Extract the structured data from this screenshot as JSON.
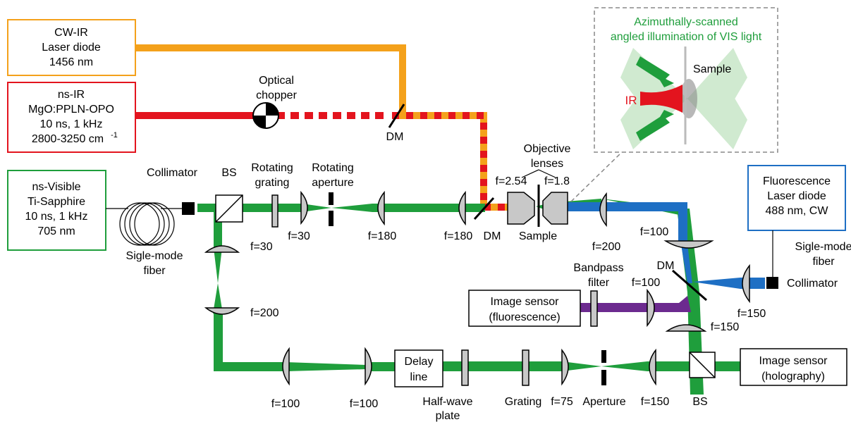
{
  "colors": {
    "ir_cw": "#f4a11b",
    "ir_ns": "#e3141e",
    "visible": "#1f9e3c",
    "fluor_excitation": "#1e6fc4",
    "fluor_emission": "#6c2a8f",
    "lens_fill": "#c8c8c8"
  },
  "sources": {
    "cw_ir": [
      "CW-IR",
      "Laser diode",
      "1456 nm"
    ],
    "ns_ir": [
      "ns-IR",
      "MgO:PPLN-OPO",
      "10 ns, 1 kHz",
      "2800-3250 cm"
    ],
    "ns_ir_superscript": "-1",
    "ns_vis": [
      "ns-Visible",
      "Ti-Sapphire",
      "10 ns, 1 kHz",
      "705 nm"
    ],
    "fluor": [
      "Fluorescence",
      "Laser diode",
      "488 nm, CW"
    ]
  },
  "sensors": {
    "fluorescence": [
      "Image sensor",
      "(fluorescence)"
    ],
    "holography": [
      "Image sensor",
      "(holography)"
    ]
  },
  "delay_line": [
    "Delay",
    "line"
  ],
  "labels": {
    "optical_chopper": [
      "Optical",
      "chopper"
    ],
    "dm": "DM",
    "collimator": "Collimator",
    "bs": "BS",
    "rotating_grating": [
      "Rotating",
      "grating"
    ],
    "rotating_aperture": [
      "Rotating",
      "aperture"
    ],
    "single_mode_fiber": [
      "Sigle-mode",
      "fiber"
    ],
    "objective_lenses": [
      "Objective",
      "lenses"
    ],
    "f254": "f=2.54",
    "f18": "f=1.8",
    "sample": "Sample",
    "f30": "f=30",
    "f180": "f=180",
    "f200": "f=200",
    "f100": "f=100",
    "f150": "f=150",
    "f75": "f=75",
    "bandpass_filter": [
      "Bandpass",
      "filter"
    ],
    "half_wave_plate": [
      "Half-wave",
      "plate"
    ],
    "grating": "Grating",
    "aperture": "Aperture"
  },
  "inset": {
    "title": [
      "Azimuthally-scanned",
      "angled illumination of VIS light"
    ],
    "ir": "IR",
    "sample": "Sample"
  },
  "icons": [
    "chopper-icon",
    "fiber-coil-icon",
    "collimator-icon",
    "lens-icon",
    "beam-splitter-icon",
    "dichroic-mirror-icon",
    "objective-lens-icon",
    "arrow-icon"
  ]
}
